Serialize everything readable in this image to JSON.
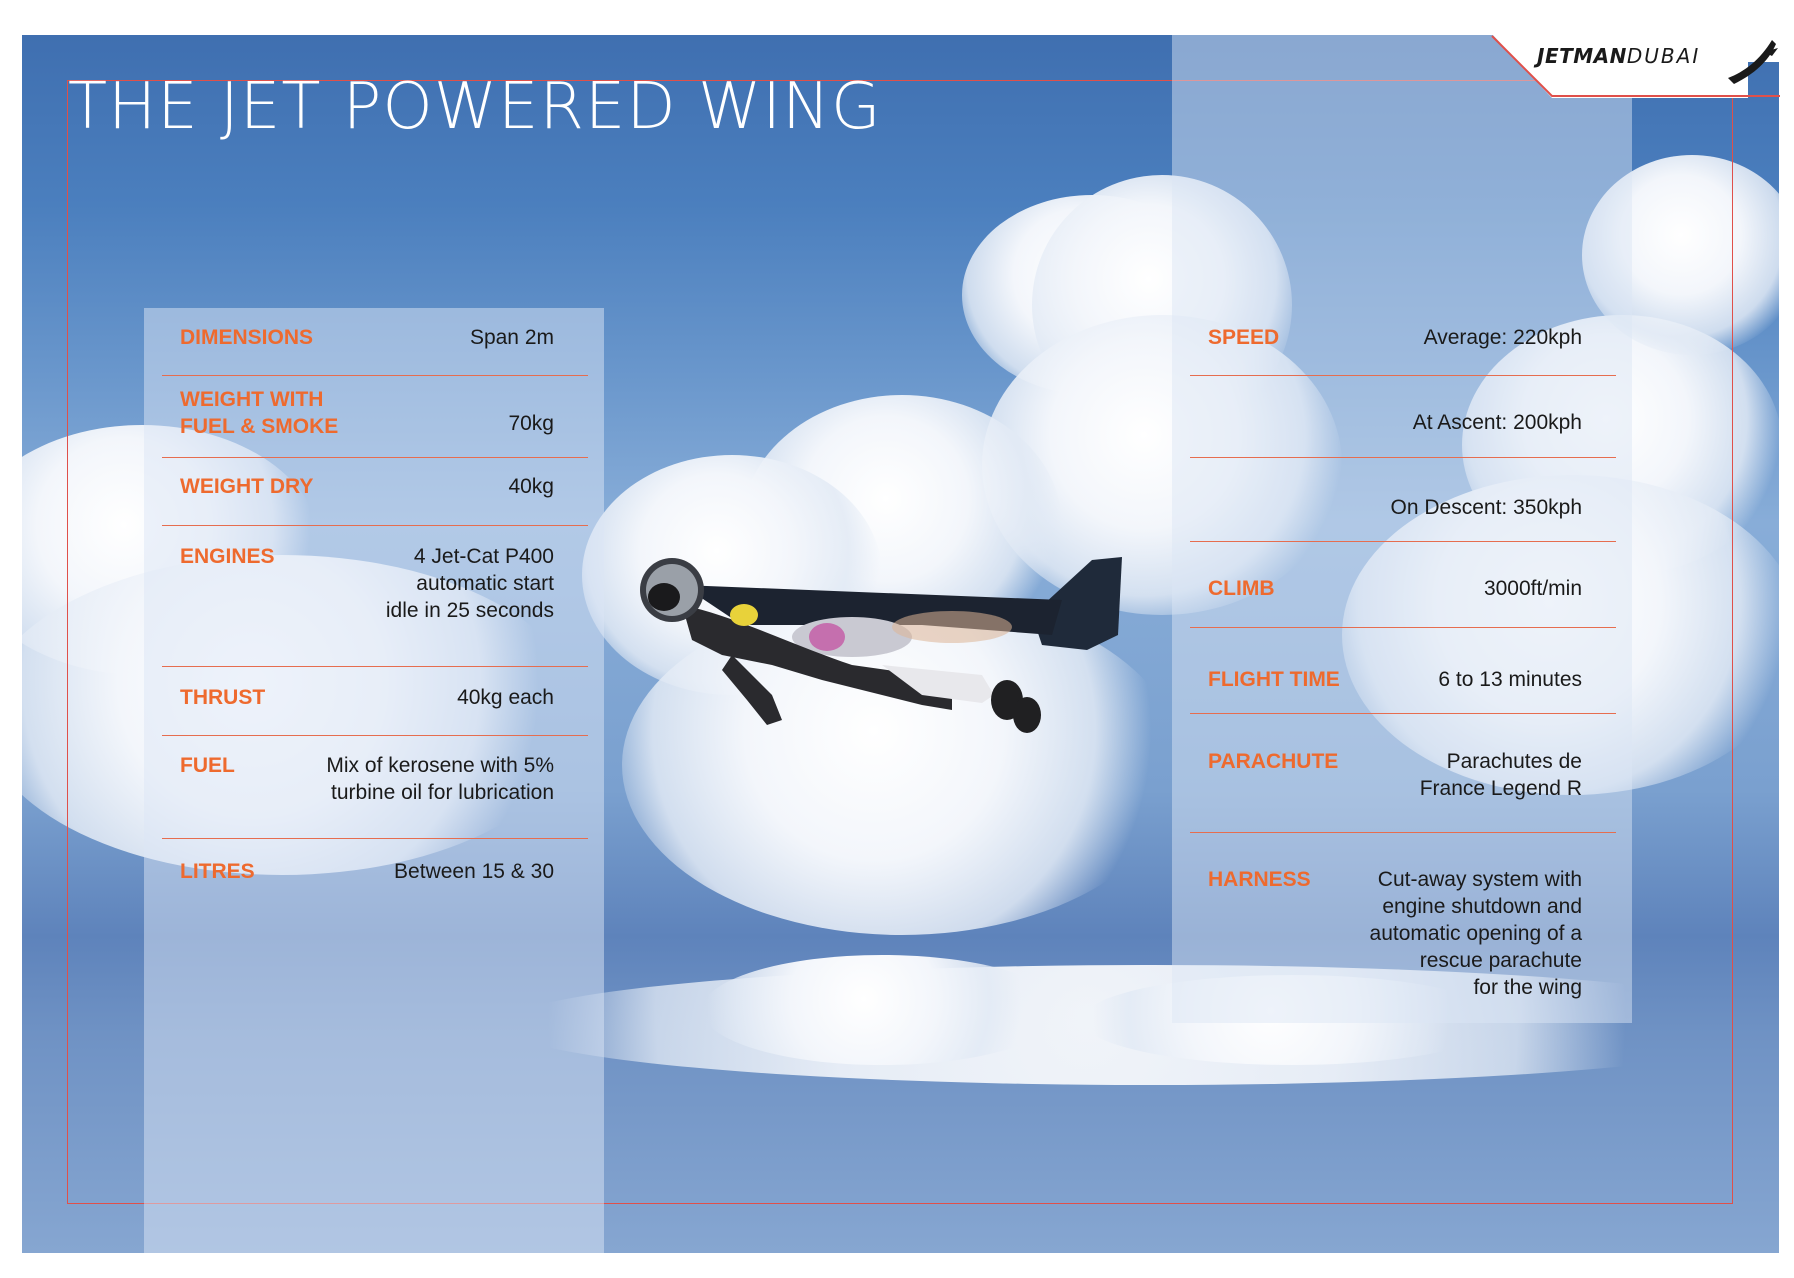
{
  "title": "THE JET POWERED WING",
  "logo": {
    "part1": "JETMAN",
    "part2": "DUBAI"
  },
  "colors": {
    "accent": "#ee6a2e",
    "sky": "#4b7fbe",
    "frame": "#e0504a"
  },
  "left_specs": [
    {
      "label": "DIMENSIONS",
      "value": "Span 2m"
    },
    {
      "label": "WEIGHT WITH FUEL & SMOKE",
      "value": "70kg"
    },
    {
      "label": "WEIGHT DRY",
      "value": "40kg"
    },
    {
      "label": "ENGINES",
      "value": "4 Jet-Cat P400\nautomatic start\nidle in 25 seconds"
    },
    {
      "label": "THRUST",
      "value": "40kg each"
    },
    {
      "label": "FUEL",
      "value": "Mix of kerosene with 5%\nturbine oil for lubrication"
    },
    {
      "label": "LITRES",
      "value": "Between 15 & 30"
    }
  ],
  "right_specs": [
    {
      "label": "SPEED",
      "value": "Average: 220kph"
    },
    {
      "label": "",
      "value": "At Ascent: 200kph"
    },
    {
      "label": "",
      "value": "On Descent: 350kph"
    },
    {
      "label": "CLIMB",
      "value": "3000ft/min"
    },
    {
      "label": "FLIGHT TIME",
      "value": "6 to 13 minutes"
    },
    {
      "label": "PARACHUTE",
      "value": "Parachutes de\nFrance Legend R"
    },
    {
      "label": "HARNESS",
      "value": "Cut-away system with\nengine shutdown and\nautomatic opening of a\nrescue parachute\nfor the wing"
    }
  ]
}
